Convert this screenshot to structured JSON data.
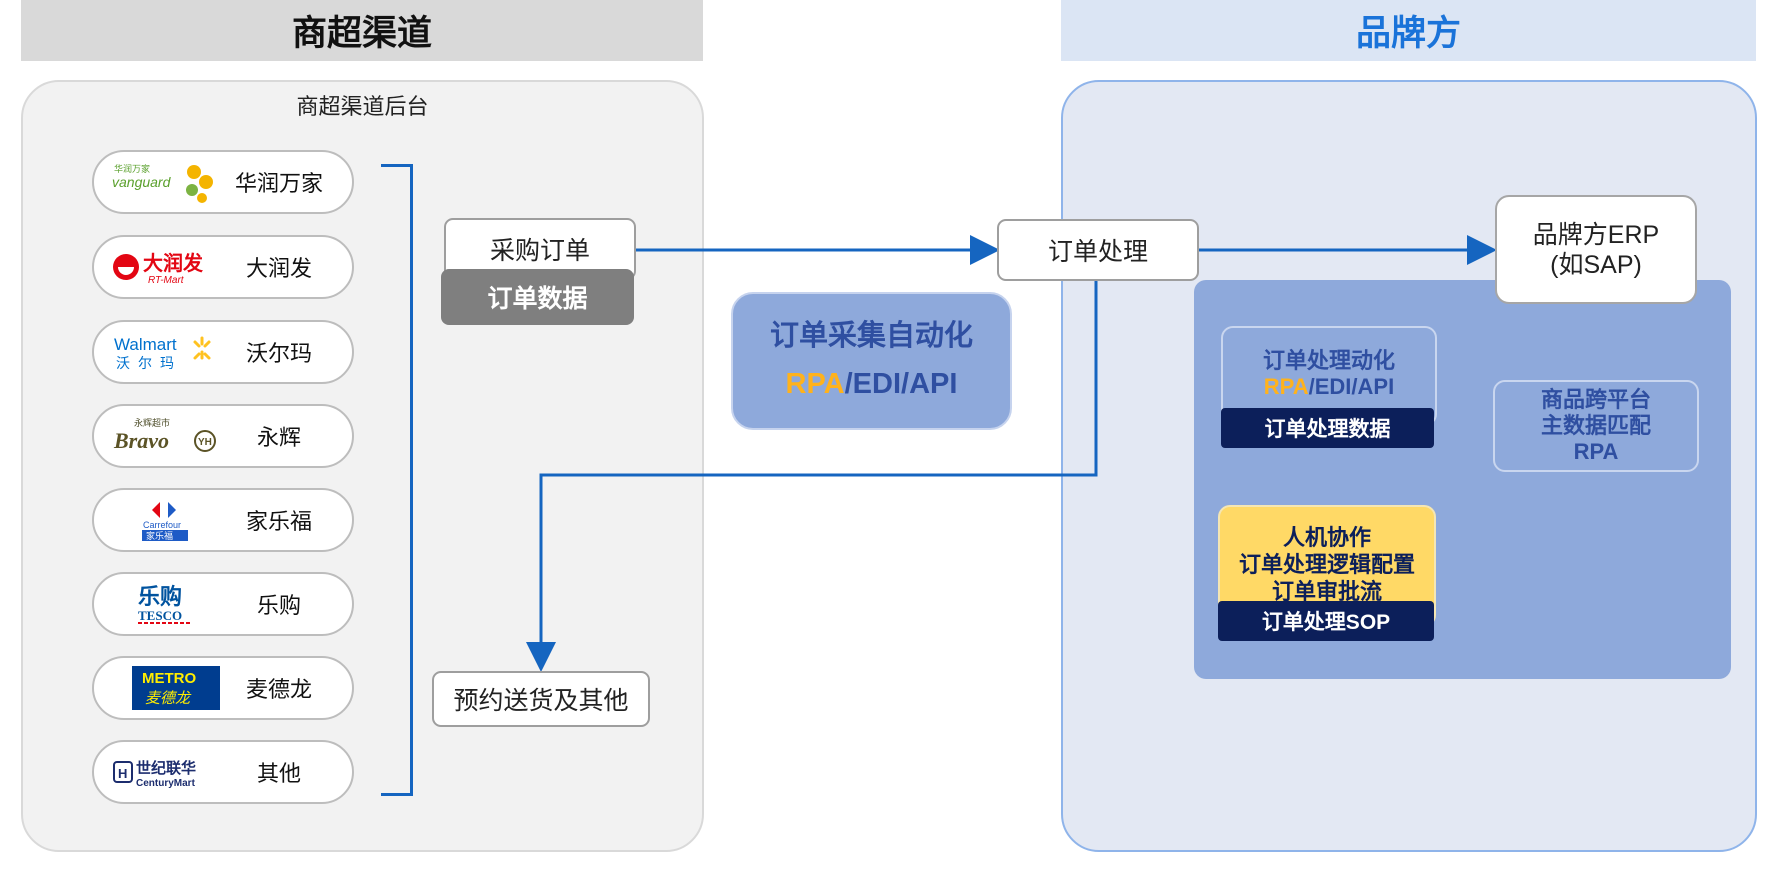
{
  "headers": {
    "left": "商超渠道",
    "right": "品牌方"
  },
  "left_panel": {
    "title": "商超渠道后台"
  },
  "retailers": [
    {
      "label": "华润万家",
      "logo_text": "华润万家 vanguard",
      "logo_icon": "vanguard-logo-icon"
    },
    {
      "label": "大润发",
      "logo_text": "大润发 RT-Mart",
      "logo_icon": "rt-mart-logo-icon"
    },
    {
      "label": "沃尔玛",
      "logo_text": "Walmart 沃尔玛",
      "logo_icon": "walmart-logo-icon"
    },
    {
      "label": "永辉",
      "logo_text": "永辉超市 Bravo YH",
      "logo_icon": "yonghui-logo-icon"
    },
    {
      "label": "家乐福",
      "logo_text": "Carrefour 家乐福",
      "logo_icon": "carrefour-logo-icon"
    },
    {
      "label": "乐购",
      "logo_text": "乐购 TESCO",
      "logo_icon": "tesco-logo-icon"
    },
    {
      "label": "麦德龙",
      "logo_text": "METRO 麦德龙",
      "logo_icon": "metro-logo-icon"
    },
    {
      "label": "其他",
      "logo_text": "世纪联华 CenturyMart",
      "logo_icon": "centurymart-logo-icon"
    }
  ],
  "flow": {
    "purchase_order": "采购订单",
    "order_data": "订单数据",
    "auto_title": "订单采集自动化",
    "auto_rpa": "RPA",
    "auto_rest": "/EDI/API",
    "order_processing": "订单处理",
    "delivery_other": "预约送货及其他",
    "erp_line1": "品牌方ERP",
    "erp_line2": "(如SAP)",
    "proc_auto_title": "订单处理动化",
    "proc_auto_rpa": "RPA",
    "proc_auto_rest": "/EDI/API",
    "proc_auto_bar": "订单处理数据",
    "sku_line1": "商品跨平台",
    "sku_line2": "主数据匹配",
    "sku_rpa": "RPA",
    "human_line1": "人机协作",
    "human_line2": "订单处理逻辑配置",
    "human_line3": "订单审批流",
    "sop_bar": "订单处理SOP"
  },
  "colors": {
    "accent_blue": "#1565c0",
    "brand_blue": "#1a73d9",
    "rpa_orange": "#ffb21c",
    "navy": "#0c1f5a",
    "periwinkle": "#8ea9db",
    "yellow": "#ffd966"
  }
}
